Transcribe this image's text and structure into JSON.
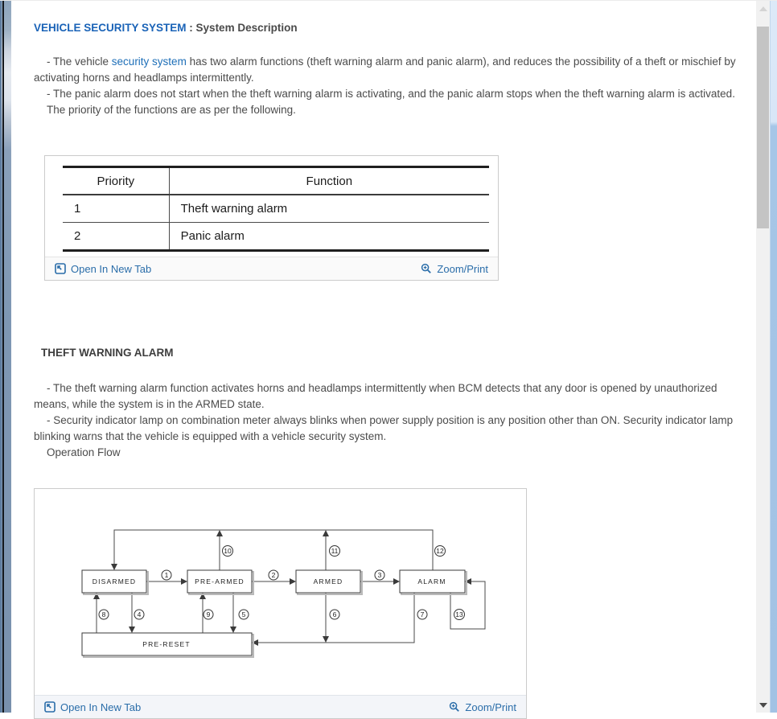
{
  "page": {
    "title_link": "VEHICLE SECURITY SYSTEM",
    "title_rest": " : System Description"
  },
  "intro": {
    "p1_before": "- The vehicle ",
    "p1_link": "security system",
    "p1_after": " has two alarm functions (theft warning alarm and panic alarm), and reduces the possibility of a theft or mischief by activating horns and headlamps intermittently.",
    "p2": "- The panic alarm does not start when the theft warning alarm is activating, and the panic alarm stops when the theft warning alarm is activated.",
    "p3": "The priority of the functions are as per the following."
  },
  "priority_table": {
    "headers": [
      "Priority",
      "Function"
    ],
    "rows": [
      [
        "1",
        "Theft warning alarm"
      ],
      [
        "2",
        "Panic alarm"
      ]
    ]
  },
  "figure_actions": {
    "open_in_new_tab": "Open In New Tab",
    "zoom_print": "Zoom/Print"
  },
  "theft_section": {
    "heading": "THEFT WARNING ALARM",
    "p1": "- The theft warning alarm function activates horns and headlamps intermittently when BCM detects that any door is opened by unauthorized means, while the system is in the ARMED state.",
    "p2": "- Security indicator lamp on combination meter always blinks when power supply position is any position other than ON. Security indicator lamp blinking warns that the vehicle is equipped with a vehicle security system.",
    "p3": "Operation Flow"
  },
  "diagram": {
    "states": {
      "disarmed": "DISARMED",
      "pre_armed": "PRE-ARMED",
      "armed": "ARMED",
      "alarm": "ALARM",
      "pre_reset": "PRE-RESET"
    },
    "steps": {
      "s1": "1",
      "s2": "2",
      "s3": "3",
      "s4": "4",
      "s5": "5",
      "s6": "6",
      "s7": "7",
      "s8": "8",
      "s9": "9",
      "s10": "10",
      "s11": "11",
      "s12": "12",
      "s13": "13"
    }
  },
  "colors": {
    "title_link_blue": "#1a63b7",
    "inline_link_blue": "#1e6fb8",
    "action_link_blue": "#2a6da9",
    "body_text": "#4b4b4b"
  }
}
